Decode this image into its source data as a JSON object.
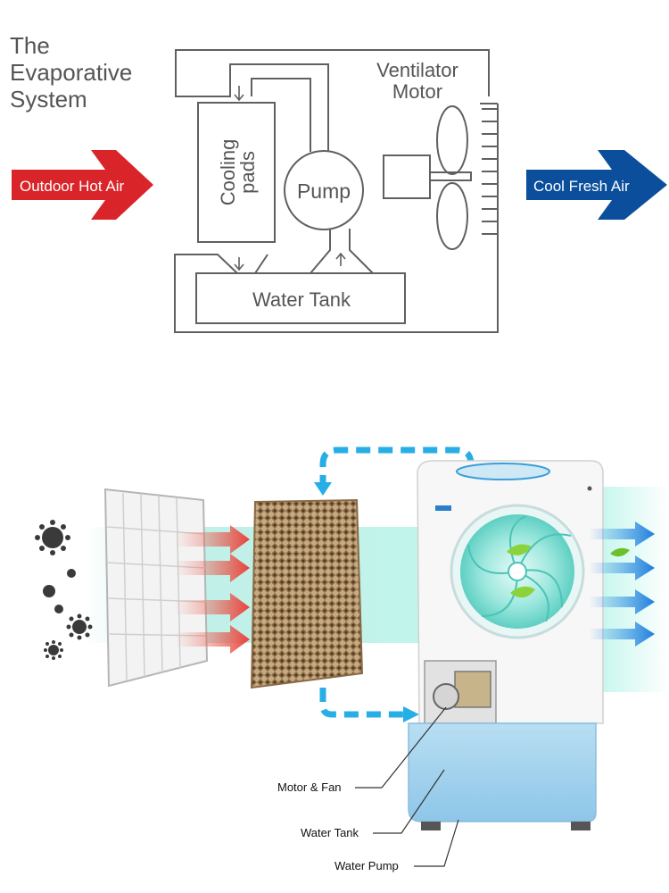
{
  "title_lines": [
    "The",
    "Evaporative",
    "System"
  ],
  "schematic": {
    "ventilator_lines": [
      "Ventilator",
      "Motor"
    ],
    "cooling_lines": [
      "Cooling",
      "pads"
    ],
    "pump": "Pump",
    "water_tank": "Water Tank"
  },
  "arrows": {
    "outdoor": "Outdoor Hot Air",
    "cool": "Cool Fresh Air"
  },
  "callouts": {
    "motor_fan": "Motor & Fan",
    "water_tank": "Water Tank",
    "water_pump": "Water Pump"
  },
  "colors": {
    "hot_arrow": "#d9252a",
    "cool_arrow": "#0b4f9c",
    "line": "#606060",
    "flow": "#27aee6",
    "water": "#a9d6ee",
    "airflow": "#7fe0cf"
  },
  "icons": [
    "dust-particle-icon",
    "flow-arrow-icon",
    "leaf-icon"
  ]
}
